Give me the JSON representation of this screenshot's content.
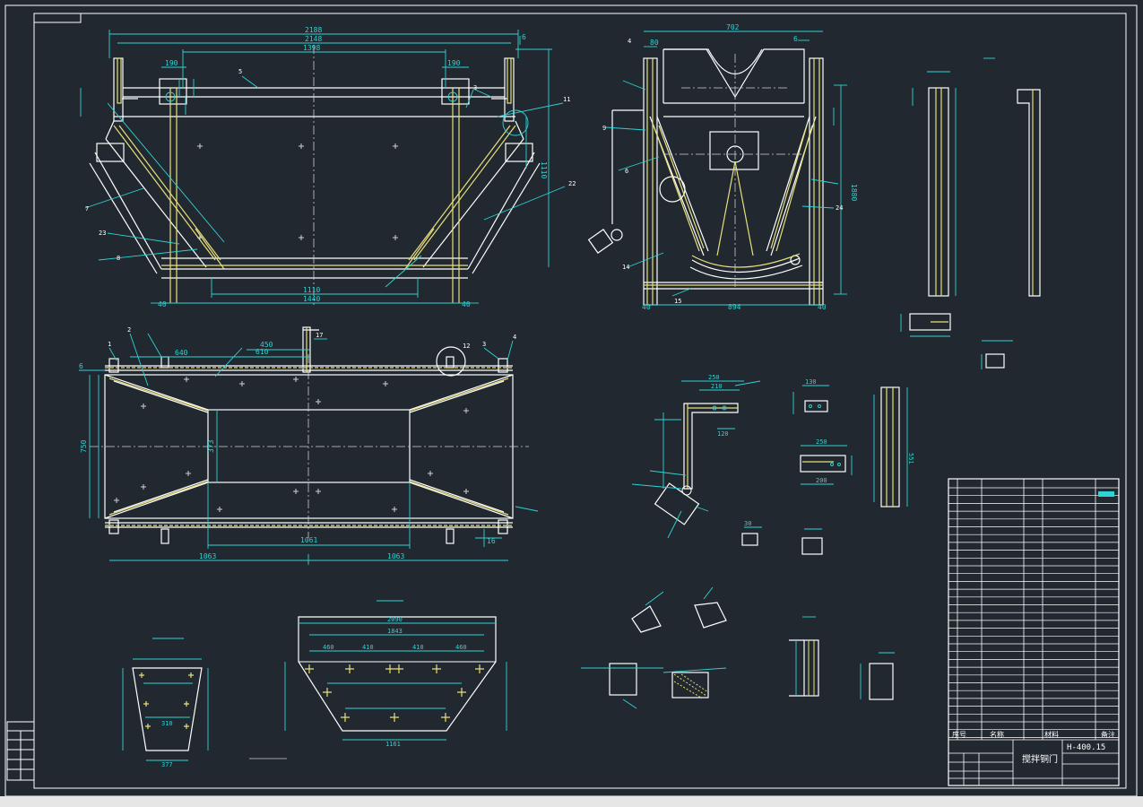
{
  "colors": {
    "background": "#212830",
    "frame": "#ffffff",
    "dimension": "#2fd3d3",
    "outline": "#ffffff",
    "weld": "#e8e07a",
    "center": "#cfcfcf"
  },
  "front_view": {
    "dims": [
      "2188",
      "2148",
      "1398",
      "190",
      "190",
      "1110",
      "1110",
      "1440",
      "40",
      "40",
      "6"
    ],
    "labels": [
      "5",
      "3",
      "11",
      "7",
      "23",
      "8",
      "22"
    ]
  },
  "side_view": {
    "dims": [
      "702",
      "6",
      "80",
      "894",
      "40",
      "1880",
      "40"
    ],
    "labels": [
      "4",
      "9",
      "6",
      "24",
      "14",
      "15"
    ]
  },
  "plan_view": {
    "dims": [
      "640",
      "610",
      "450",
      "1061",
      "1063",
      "1063",
      "750",
      "373",
      "16",
      "6"
    ],
    "labels": [
      "1",
      "2",
      "3",
      "4",
      "12",
      "17"
    ]
  },
  "title_block": {
    "drawing_no": "H-400.15",
    "drawing_name": "搅拌铜门",
    "header_1": "序号",
    "header_2": "名称",
    "header_3": "材料",
    "header_4": "备注"
  },
  "small_dims": {
    "d1": "250",
    "d2": "210",
    "d3": "120",
    "d4": "30",
    "d5": "2090",
    "d6": "1843",
    "d7": "460",
    "d8": "410",
    "d9": "1161",
    "d10": "377",
    "d11": "310",
    "d12": "551",
    "d13": "250",
    "d14": "200",
    "d15": "130"
  }
}
